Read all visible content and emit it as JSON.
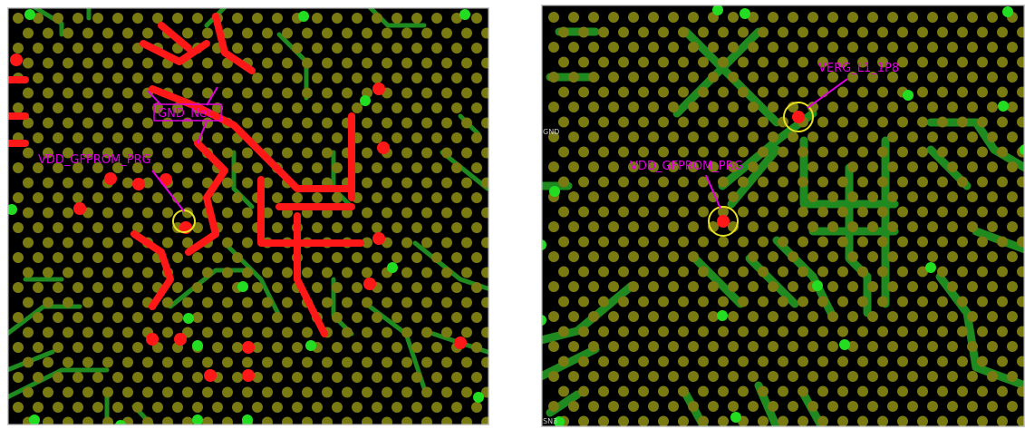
{
  "colors": {
    "background": "#000000",
    "frame": "#c8c8c8",
    "pad": "#7a7a12",
    "trace": "#1f8a1f",
    "via": "#22dd22",
    "highlight_net": "#ff1818",
    "annotation": "#e000e0",
    "marker_circle": "#e6e020"
  },
  "left_panel": {
    "label_gnd": "GND_Net",
    "label_vdd": "VDD_GFPROM_PRG"
  },
  "right_panel": {
    "label_verg": "VERG_L1_1P8",
    "label_vdd": "VDD_GFPROM_PRG",
    "edge_label_a": "GND",
    "edge_label_b": "SN3"
  }
}
